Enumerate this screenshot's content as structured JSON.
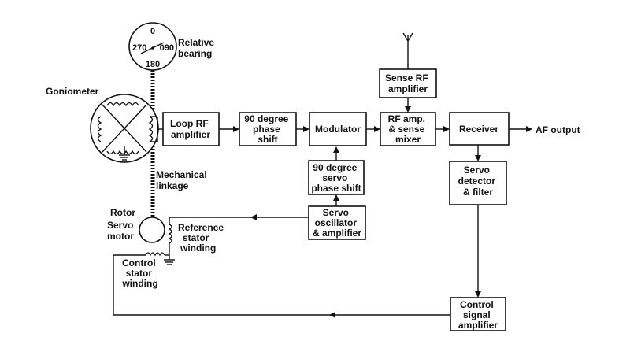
{
  "blocks": {
    "loop_rf_amplifier": [
      "Loop RF",
      "amplifier"
    ],
    "phase_shift_90": [
      "90 degree",
      "phase",
      "shift"
    ],
    "modulator": [
      "Modulator"
    ],
    "rf_amp_sense_mixer": [
      "RF amp.",
      "& sense",
      "mixer"
    ],
    "receiver": [
      "Receiver"
    ],
    "sense_rf_amplifier": [
      "Sense RF",
      "amplifier"
    ],
    "servo_phase_shift_90": [
      "90 degree",
      "servo",
      "phase shift"
    ],
    "servo_oscillator_amplifier": [
      "Servo",
      "oscillator",
      "& amplifier"
    ],
    "servo_detector_filter": [
      "Servo",
      "detector",
      "& filter"
    ],
    "control_signal_amplifier": [
      "Control",
      "signal",
      "amplifier"
    ]
  },
  "labels": {
    "af_output": "AF output",
    "goniometer": "Goniometer",
    "relative_bearing": [
      "Relative",
      "bearing"
    ],
    "mechanical_linkage": [
      "Mechanical",
      "linkage"
    ],
    "rotor": "Rotor",
    "servo_motor": [
      "Servo",
      "motor"
    ],
    "reference_stator_winding": [
      "Reference",
      "stator",
      "winding"
    ],
    "control_stator_winding": [
      "Control",
      "stator",
      "winding"
    ]
  },
  "dial": {
    "top": "0",
    "left": "270",
    "right": "090",
    "bottom": "180"
  }
}
